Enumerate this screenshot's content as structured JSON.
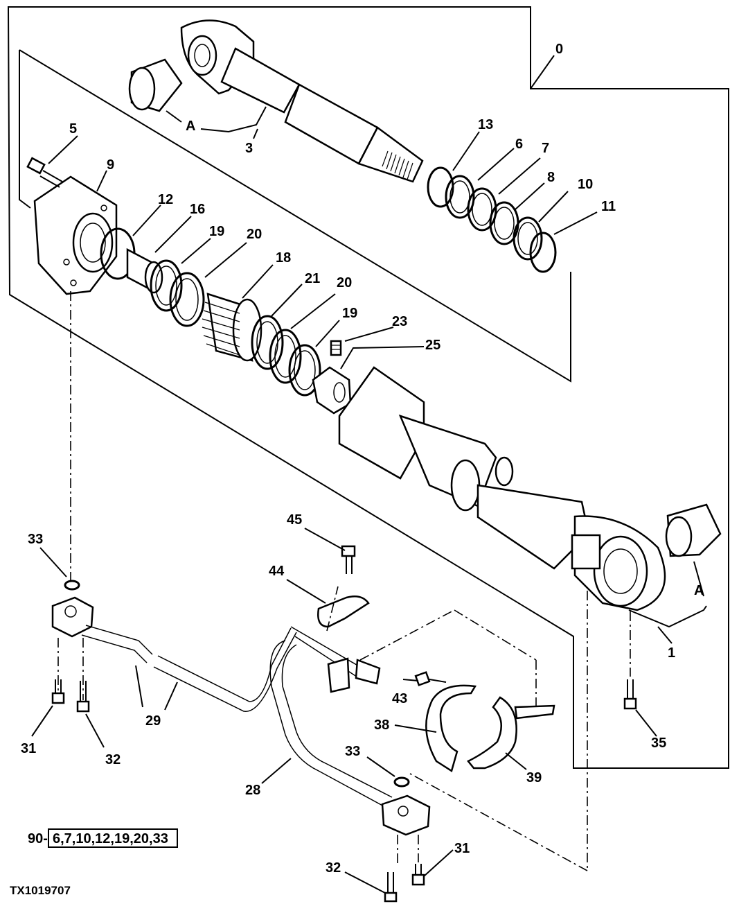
{
  "labels": {
    "l0": "0",
    "l1": "1",
    "l3": "3",
    "l5": "5",
    "l6": "6",
    "l7": "7",
    "l8": "8",
    "l9": "9",
    "l10": "10",
    "l11": "11",
    "l12": "12",
    "l13": "13",
    "l16": "16",
    "l18": "18",
    "l19a": "19",
    "l19b": "19",
    "l20a": "20",
    "l20b": "20",
    "l21": "21",
    "l23": "23",
    "l25": "25",
    "l28": "28",
    "l29": "29",
    "l31a": "31",
    "l31b": "31",
    "l32a": "32",
    "l32b": "32",
    "l33a": "33",
    "l33b": "33",
    "l35": "35",
    "l38": "38",
    "l39": "39",
    "l43": "43",
    "l44": "44",
    "l45": "45",
    "lAa": "A",
    "lAb": "A"
  },
  "kit": {
    "prefix": "90-",
    "parts": "6,7,10,12,19,20,33"
  },
  "figure_id": "TX1019707"
}
